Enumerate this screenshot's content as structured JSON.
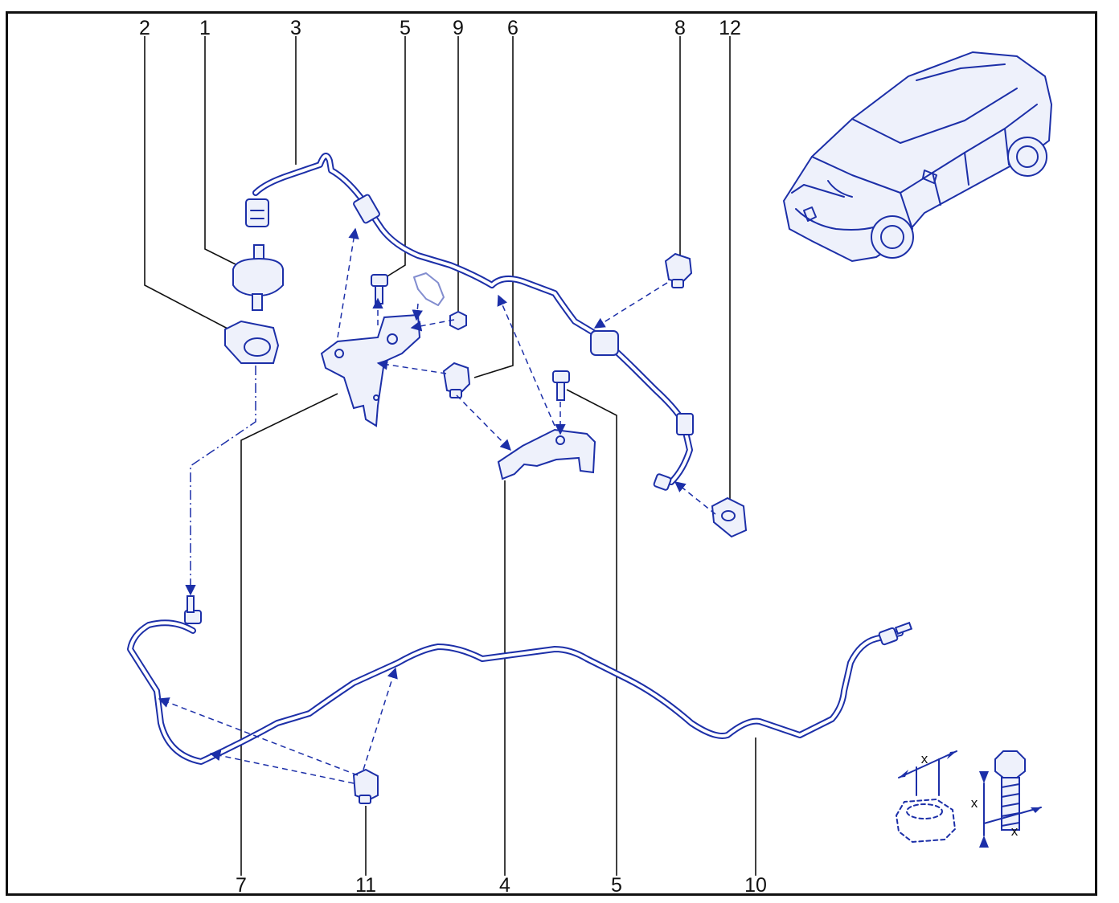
{
  "colors": {
    "line_art": "#1c2fa8",
    "frame": "#111111",
    "background": "#ffffff"
  },
  "callouts": {
    "top": [
      "2",
      "1",
      "3",
      "5",
      "9",
      "6",
      "8",
      "12"
    ],
    "bottom": [
      "7",
      "11",
      "4",
      "5",
      "10"
    ]
  },
  "tolerance_marks": {
    "nut_label": "x",
    "bolt_label_1": "x",
    "bolt_label_2": "x"
  },
  "icons": [
    "vehicle-illustration-icon",
    "nut-icon",
    "bolt-icon"
  ]
}
